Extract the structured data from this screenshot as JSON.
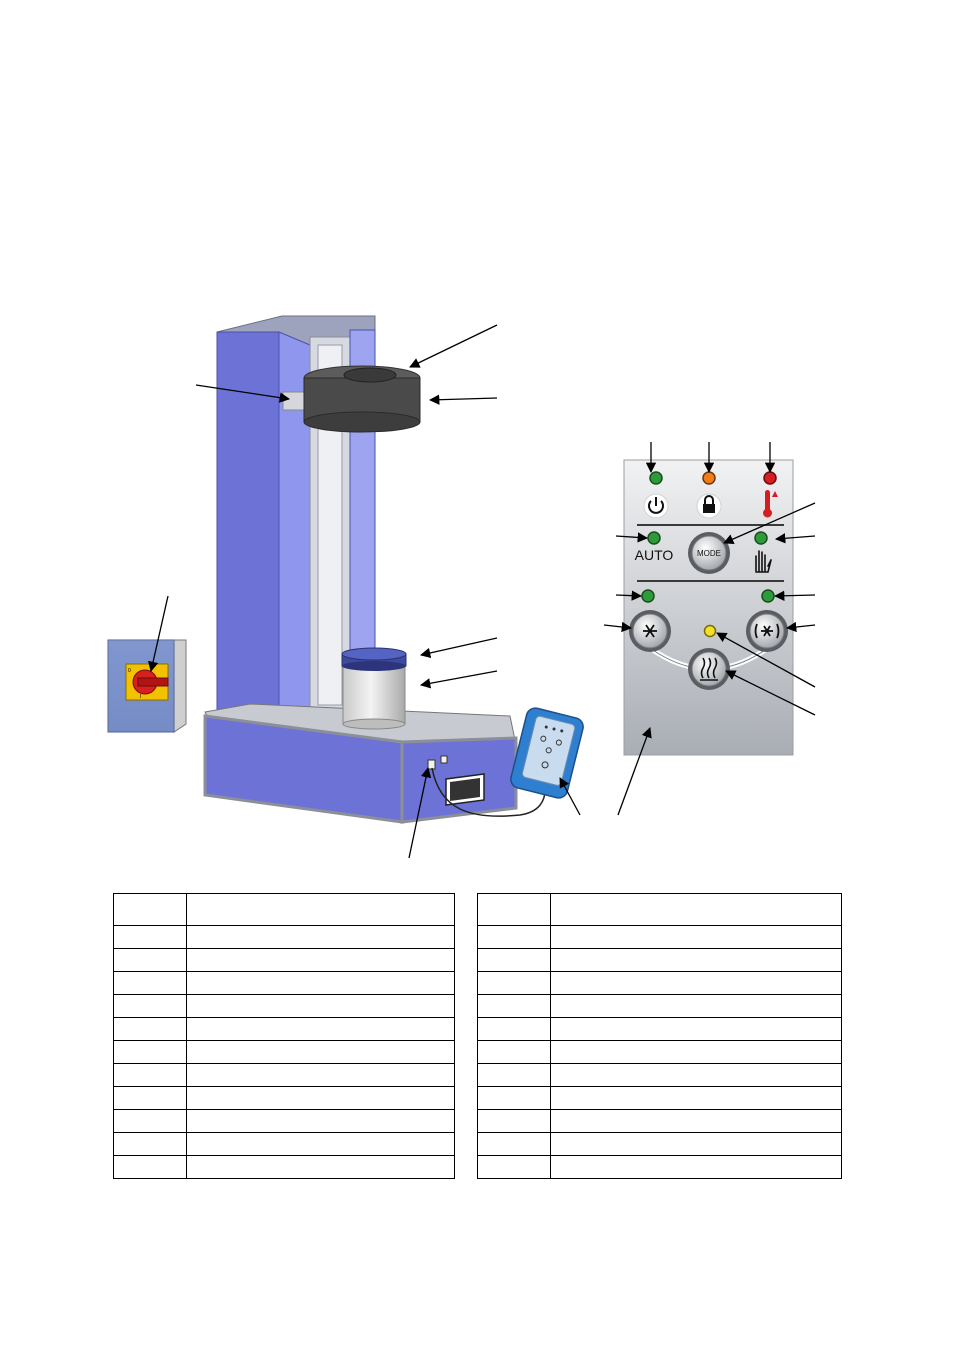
{
  "figure": {
    "control_panel": {
      "auto_label": "AUTO",
      "mode_button_label": "MODE",
      "led_colors": {
        "power": "#2e9b3a",
        "lock": "#f07c1a",
        "temperature": "#d41e24",
        "auto": "#2e9b3a",
        "manual": "#2e9b3a",
        "cool_left": "#2e9b3a",
        "cool_right": "#2e9b3a",
        "heat": "#f2e02a"
      }
    },
    "colors": {
      "machine_blue": "#6d73d6",
      "machine_blue_light": "#8f96ee",
      "panel_gray": "#bcc0c6",
      "remote_blue": "#2f7fd0",
      "switch_red": "#d71f1f",
      "switch_yellow": "#f2c200"
    },
    "icons": [
      "power-icon",
      "lock-icon",
      "thermometer-icon",
      "hand-icon",
      "snowflake-icon",
      "snowflake-arrows-icon",
      "heat-icon"
    ]
  },
  "legend": {
    "left_rows": 12,
    "right_rows": 12
  }
}
